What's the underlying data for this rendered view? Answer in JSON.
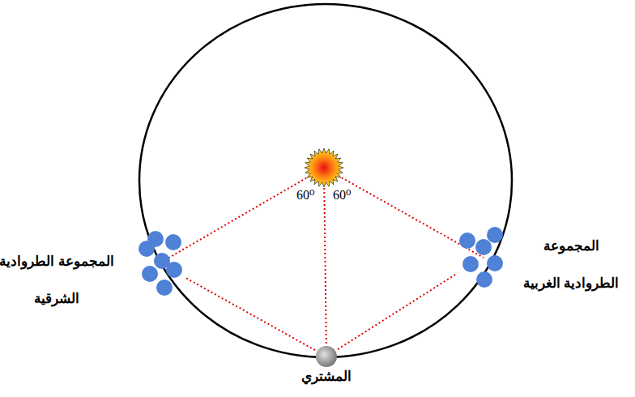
{
  "diagram": {
    "nodes": [
      {
        "text": [
          "المجموعة الطروادية الشرقية"
        ]
      },
      {
        "text": [
          "المجموعة الطروادية الغربية"
        ]
      },
      {
        "text": [
          "المشتري"
        ]
      }
    ],
    "edges": [
      {
        "from": 2,
        "to": 0,
        "arrow": "none"
      },
      {
        "from": 2,
        "to": 1,
        "arrow": "none"
      }
    ],
    "labels": [
      "60⁰",
      "60⁰"
    ]
  }
}
